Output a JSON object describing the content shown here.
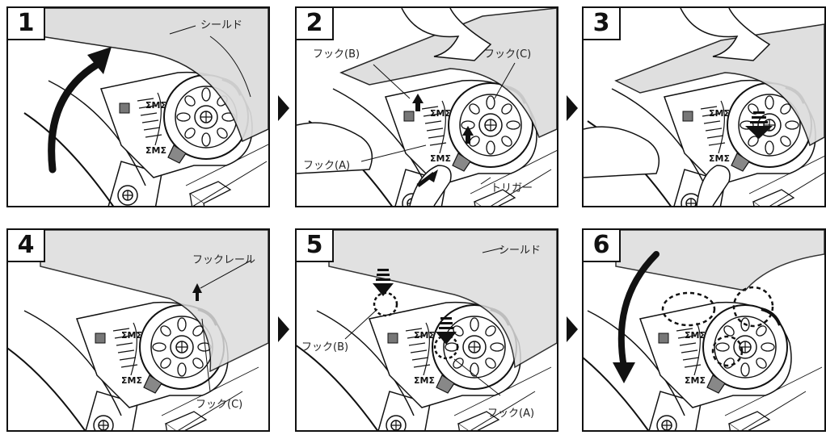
{
  "steps": [
    {
      "number": "1",
      "labels": {
        "shield": "シールド"
      }
    },
    {
      "number": "2",
      "labels": {
        "hook_b": "フック(B)",
        "hook_c": "フック(C)",
        "hook_a": "フック(A)",
        "trigger": "トリガー"
      }
    },
    {
      "number": "3",
      "labels": {}
    },
    {
      "number": "4",
      "labels": {
        "hook_rail": "フックレール",
        "hook_c": "フック(C)"
      }
    },
    {
      "number": "5",
      "labels": {
        "shield": "シールド",
        "hook_b": "フック(B)",
        "hook_a": "フック(A)"
      }
    },
    {
      "number": "6",
      "labels": {}
    }
  ],
  "colors": {
    "line": "#111111",
    "shield_fill": "#d9d9d9",
    "shade": "#9a9a9a",
    "background": "#ffffff"
  }
}
